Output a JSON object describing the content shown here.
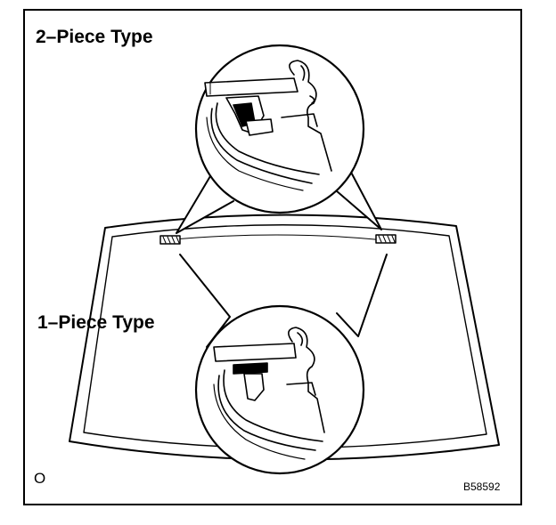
{
  "labels": {
    "two_piece": "2–Piece Type",
    "one_piece": "1–Piece Type",
    "corner_mark": "O",
    "figure_code": "B58592"
  },
  "colors": {
    "ink": "#000000",
    "paper": "#ffffff"
  }
}
